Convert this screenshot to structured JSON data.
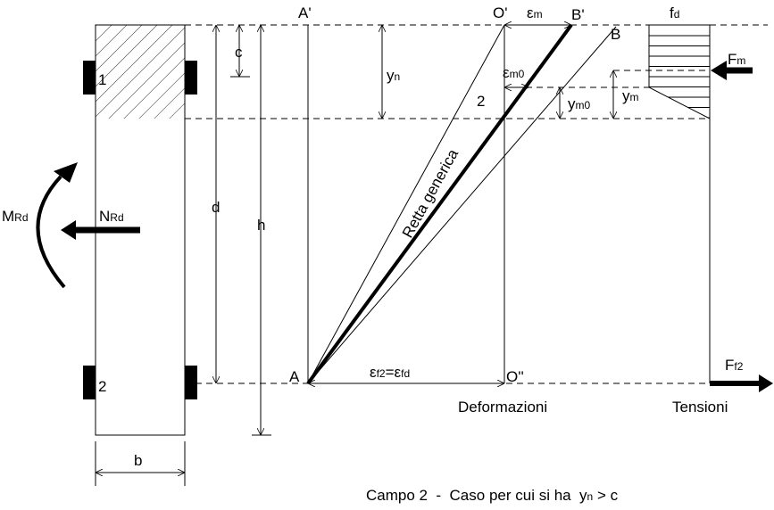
{
  "section": {
    "bar_top": "1",
    "bar_bottom": "2",
    "width_label": "b",
    "cover_label": "c",
    "depth_label": "d",
    "height_label": "h",
    "moment_label": "M",
    "moment_sub": "Rd",
    "axial_label": "N",
    "axial_sub": "Rd"
  },
  "deformations": {
    "point_A_top": "A'",
    "point_A": "A",
    "point_O_top": "O'",
    "point_O_bottom": "O''",
    "point_B_top": "B'",
    "point_B": "B",
    "strain_m": "ε",
    "strain_m_sub": "m",
    "strain_m0": "ε",
    "strain_m0_sub": "m0",
    "strain_f2": "ε",
    "strain_f2_sub": "f2",
    "equals": "=",
    "strain_fd": "ε",
    "strain_fd_sub": "fd",
    "yn": "y",
    "yn_sub": "n",
    "ym0": "y",
    "ym0_sub": "m0",
    "field_number": "2",
    "line_label": "Retta generica",
    "title": "Deformazioni"
  },
  "stresses": {
    "fd": "f",
    "fd_sub": "d",
    "Fm": "F",
    "Fm_sub": "m",
    "ym": "y",
    "ym_sub": "m",
    "Ff2": "F",
    "Ff2_sub": "f2",
    "title": "Tensioni"
  },
  "caption": {
    "text": "Campo 2  -  Caso per cui si ha  ",
    "y": "y",
    "y_sub": "n",
    "rest": " > c"
  }
}
